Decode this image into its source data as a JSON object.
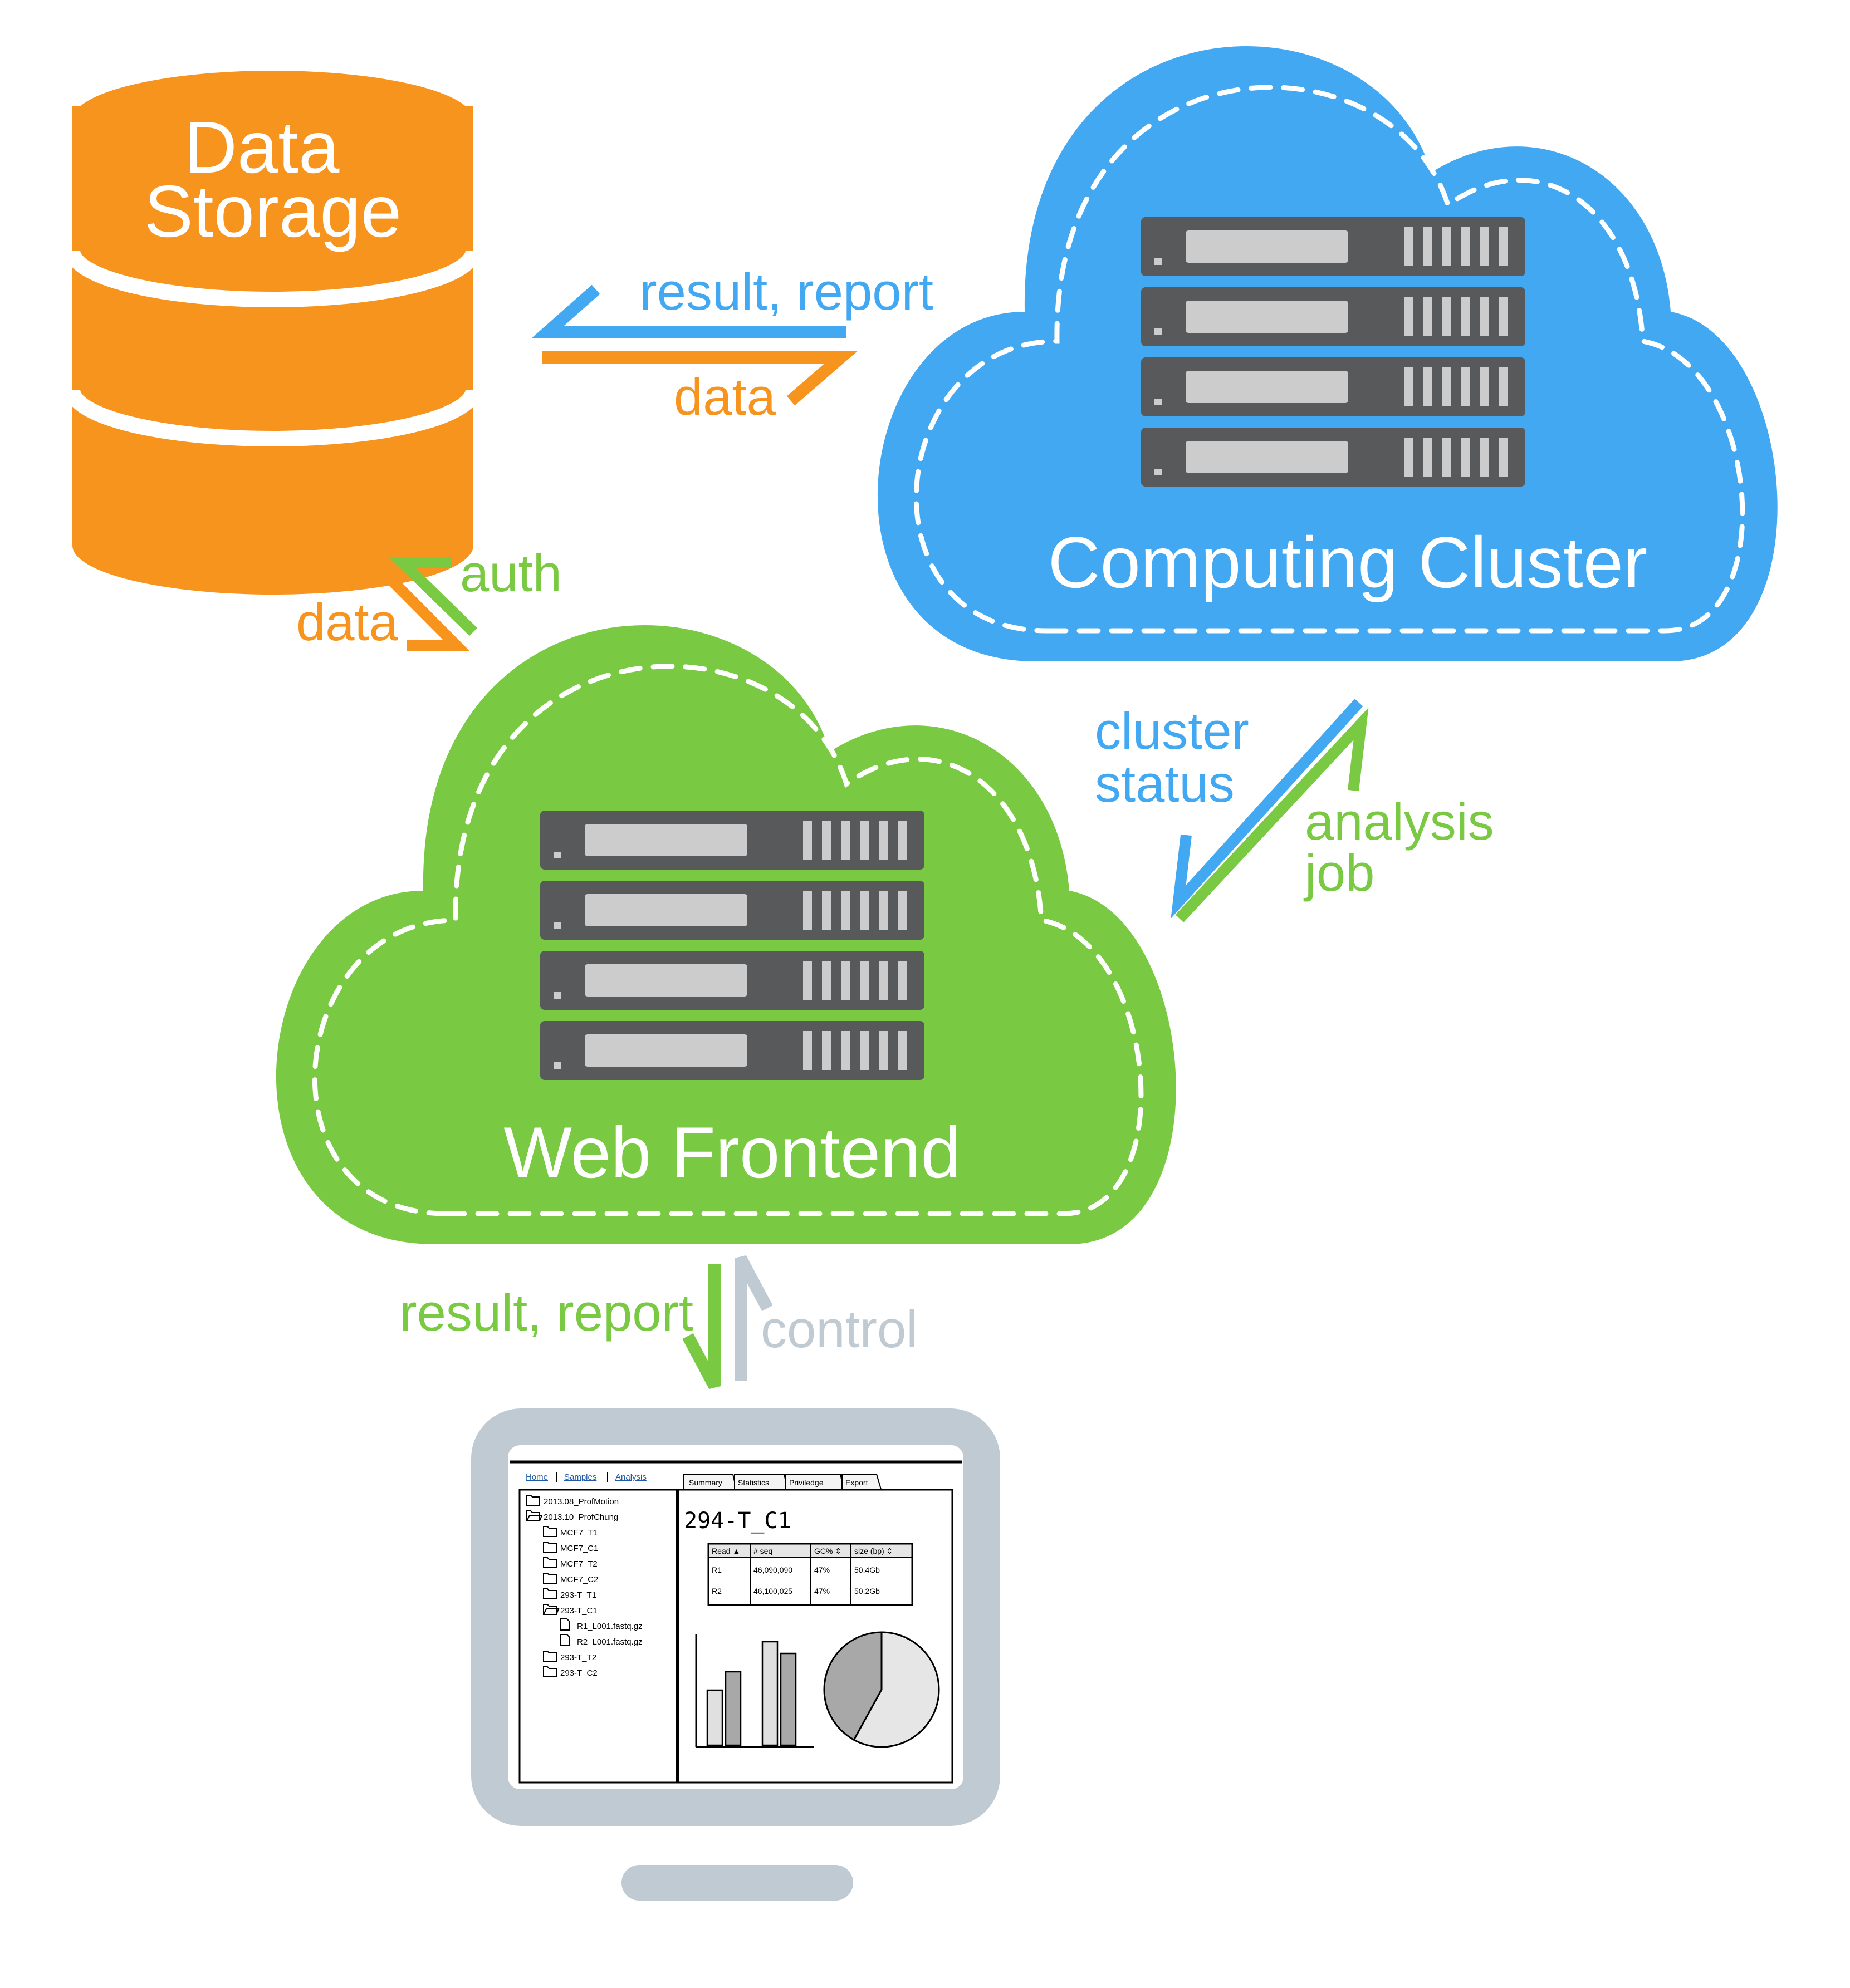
{
  "colors": {
    "orange": "#F7941D",
    "blue": "#42A8F2",
    "green": "#7AC943",
    "gray": "#C0CAD2",
    "server_body": "#58595B",
    "server_slot": "#CCCCCC",
    "white": "#FFFFFF"
  },
  "nodes": {
    "data_storage": {
      "line1": "Data",
      "line2": "Storage",
      "icon": "database-icon"
    },
    "computing_cluster": {
      "label": "Computing Cluster",
      "icon": "server-rack-icon"
    },
    "web_frontend": {
      "label": "Web Frontend",
      "icon": "server-rack-icon"
    },
    "client": {
      "icon": "monitor-icon"
    }
  },
  "edges": {
    "storage_cluster": {
      "to_storage": "result, report",
      "to_cluster": "data"
    },
    "storage_frontend": {
      "to_storage": "auth",
      "to_frontend": "data"
    },
    "cluster_frontend": {
      "to_frontend_line1": "cluster",
      "to_frontend_line2": "status",
      "to_cluster_line1": "analysis",
      "to_cluster_line2": "job"
    },
    "frontend_client": {
      "to_client": "result, report",
      "to_frontend": "control"
    }
  },
  "screen": {
    "nav": [
      "Home",
      "Samples",
      "Analysis"
    ],
    "tabs": [
      "Summary",
      "Statistics",
      "Priviledge",
      "Export"
    ],
    "tree": [
      {
        "label": "2013.08_ProfMotion",
        "level": 0,
        "kind": "folder"
      },
      {
        "label": "2013.10_ProfChung",
        "level": 0,
        "kind": "folder-open"
      },
      {
        "label": "MCF7_T1",
        "level": 1,
        "kind": "folder"
      },
      {
        "label": "MCF7_C1",
        "level": 1,
        "kind": "folder"
      },
      {
        "label": "MCF7_T2",
        "level": 1,
        "kind": "folder"
      },
      {
        "label": "MCF7_C2",
        "level": 1,
        "kind": "folder"
      },
      {
        "label": "293-T_T1",
        "level": 1,
        "kind": "folder"
      },
      {
        "label": "293-T_C1",
        "level": 1,
        "kind": "folder-open"
      },
      {
        "label": "R1_L001.fastq.gz",
        "level": 2,
        "kind": "file"
      },
      {
        "label": "R2_L001.fastq.gz",
        "level": 2,
        "kind": "file"
      },
      {
        "label": "293-T_T2",
        "level": 1,
        "kind": "folder"
      },
      {
        "label": "293-T_C2",
        "level": 1,
        "kind": "folder"
      }
    ],
    "sample_title": "294-T_C1",
    "table": {
      "headers": [
        "Read ▲",
        "# seq",
        "GC% ⇕",
        "size (bp) ⇕"
      ],
      "rows": [
        [
          "R1",
          "46,090,090",
          "47%",
          "50.4Gb"
        ],
        [
          "R2",
          "46,100,025",
          "47%",
          "50.2Gb"
        ]
      ]
    },
    "bar_values": [
      0.33,
      0.44,
      0.62,
      0.55
    ],
    "pie_fractions": [
      0.42,
      0.58
    ]
  }
}
